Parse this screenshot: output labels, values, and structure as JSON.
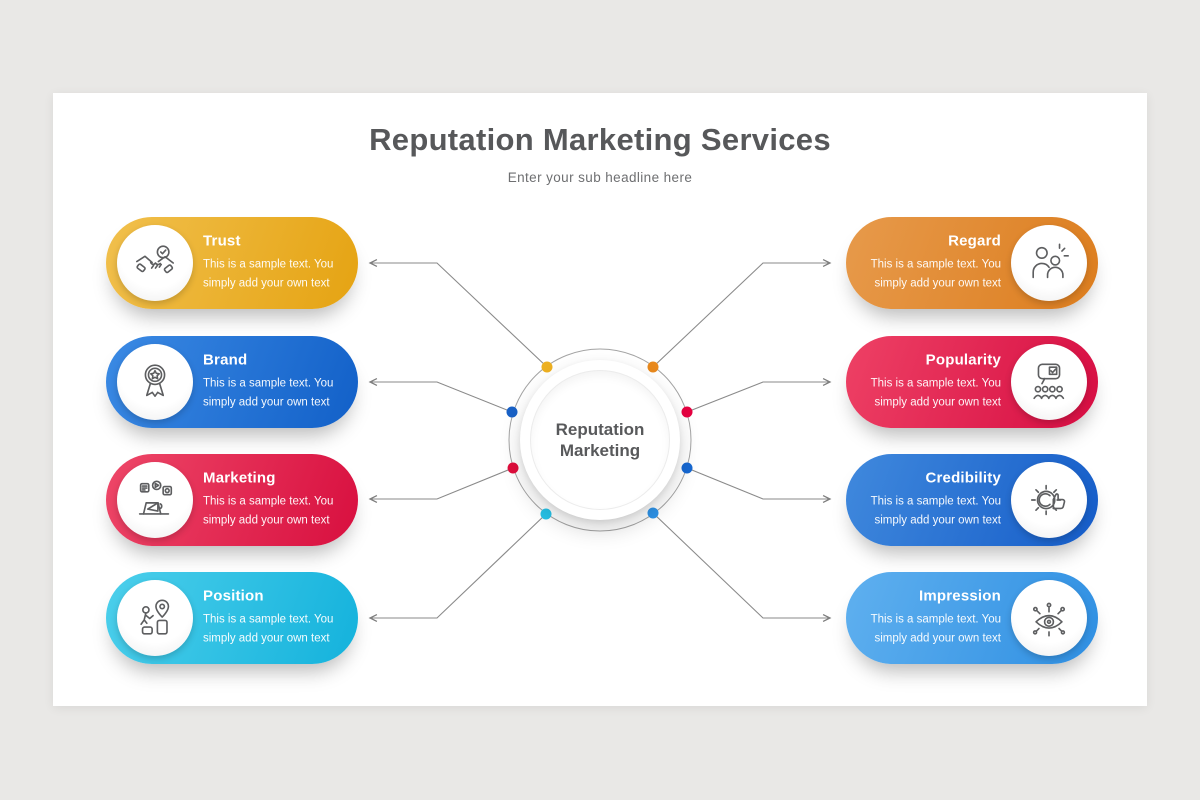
{
  "header": {
    "title": "Reputation Marketing Services",
    "subtitle": "Enter your sub headline here"
  },
  "center": {
    "line1": "Reputation",
    "line2": "Marketing"
  },
  "items": [
    {
      "id": "trust",
      "side": "left",
      "title": "Trust",
      "body_line1": "This is a sample text. You",
      "body_line2": "simply add your own text",
      "icon": "handshake-icon",
      "colors": {
        "gradient_from": "#f1c04d",
        "gradient_to": "#e5a312",
        "dot": "#edb021"
      }
    },
    {
      "id": "brand",
      "side": "left",
      "title": "Brand",
      "body_line1": "This is a sample text. You",
      "body_line2": "simply add your own text",
      "icon": "award-medal-icon",
      "colors": {
        "gradient_from": "#3b8ae4",
        "gradient_to": "#1260c8",
        "dot": "#1961c6"
      }
    },
    {
      "id": "marketing",
      "side": "left",
      "title": "Marketing",
      "body_line1": "This is a sample text. You",
      "body_line2": "simply add your own text",
      "icon": "social-media-marketing-icon",
      "colors": {
        "gradient_from": "#ee4768",
        "gradient_to": "#d80f3f",
        "dot": "#e00d3c"
      }
    },
    {
      "id": "position",
      "side": "left",
      "title": "Position",
      "body_line1": "This is a sample text. You",
      "body_line2": "simply add your own text",
      "icon": "career-position-icon",
      "colors": {
        "gradient_from": "#4ccfeb",
        "gradient_to": "#14b2dc",
        "dot": "#27c3e8"
      }
    },
    {
      "id": "regard",
      "side": "right",
      "title": "Regard",
      "body_line1": "This is a sample text. You",
      "body_line2": "simply add your own text",
      "icon": "people-regard-icon",
      "colors": {
        "gradient_from": "#e79a4b",
        "gradient_to": "#dc7d1e",
        "dot": "#e8891d"
      }
    },
    {
      "id": "popularity",
      "side": "right",
      "title": "Popularity",
      "body_line1": "This is a sample text. You",
      "body_line2": "simply add your own text",
      "icon": "audience-approval-icon",
      "colors": {
        "gradient_from": "#ee4165",
        "gradient_to": "#d60d42",
        "dot": "#e50040"
      }
    },
    {
      "id": "credibility",
      "side": "right",
      "title": "Credibility",
      "body_line1": "This is a sample text. You",
      "body_line2": "simply add your own text",
      "icon": "gear-thumbs-up-icon",
      "colors": {
        "gradient_from": "#4089dd",
        "gradient_to": "#155cc8",
        "dot": "#1668d2"
      }
    },
    {
      "id": "impression",
      "side": "right",
      "title": "Impression",
      "body_line1": "This is a sample text. You",
      "body_line2": "simply add your own text",
      "icon": "eye-impression-icon",
      "colors": {
        "gradient_from": "#5fb0ef",
        "gradient_to": "#2f8fe2",
        "dot": "#2e93e8"
      }
    }
  ]
}
